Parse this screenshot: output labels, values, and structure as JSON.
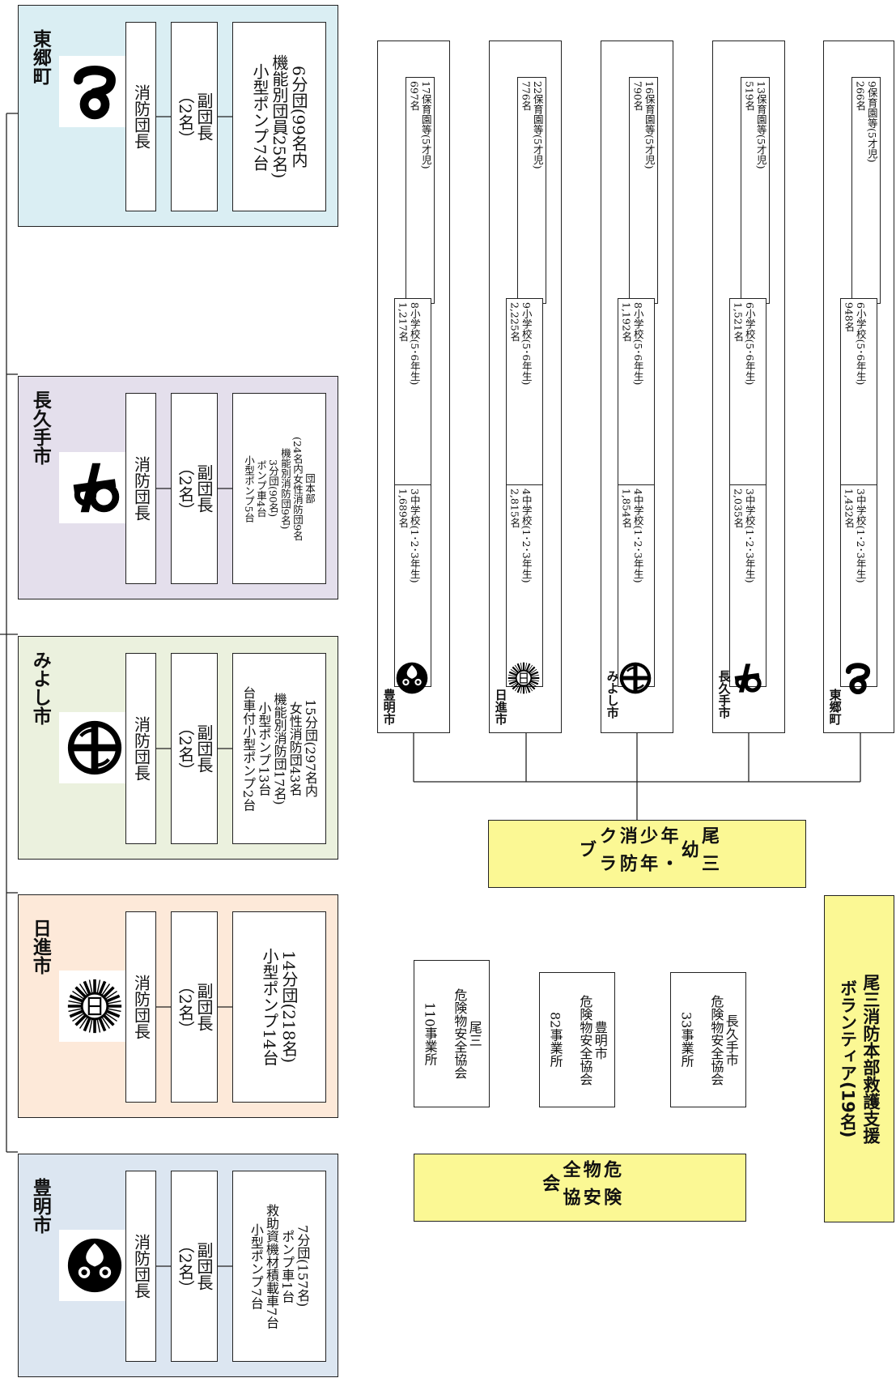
{
  "fire_brigades": [
    {
      "id": "toyoake",
      "name": "豊明市",
      "bg": "#dce6f1",
      "chief": "消防団長",
      "vice": "副団長",
      "vice_count": "（2名）",
      "details": [
        "7分団(157名)",
        "ポンプ車1台",
        "救助資機材積載車7台",
        "小型ポンプ7台"
      ],
      "logo": "toyoake-emblem"
    },
    {
      "id": "nisshin",
      "name": "日進市",
      "bg": "#fde9d9",
      "chief": "消防団長",
      "vice": "副団長",
      "vice_count": "（2名）",
      "details": [
        "14分団(218名)",
        "小型ポンプ14台"
      ],
      "logo": "nisshin-emblem"
    },
    {
      "id": "miyoshi",
      "name": "みよし市",
      "bg": "#ebf1de",
      "chief": "消防団長",
      "vice": "副団長",
      "vice_count": "（2名）",
      "details": [
        "15分団(297名内",
        "女性消防団43名",
        "機能別消防団17名)",
        "小型ポンプ13台",
        "台車付小型ポンプ2台"
      ],
      "logo": "miyoshi-emblem"
    },
    {
      "id": "nagakute",
      "name": "長久手市",
      "bg": "#e4dfec",
      "chief": "消防団長",
      "vice": "副団長",
      "vice_count": "（2名）",
      "details": [
        "団本部",
        "(24名内女性消防団9名",
        "機能別消防団9名)",
        "3分団(90名)",
        "ポンプ車4台",
        "小型ポンプ5台"
      ],
      "logo": "nagakute-emblem"
    },
    {
      "id": "togo",
      "name": "東郷町",
      "bg": "#daeef3",
      "chief": "消防団長",
      "vice": "副団長",
      "vice_count": "（2名）",
      "details": [
        "6分団(99名内",
        "機能別団員25名)",
        "小型ポンプ7台"
      ],
      "logo": "togo-emblem"
    }
  ],
  "youth_club": {
    "title": "尾三幼年・少年消防クラブ",
    "cities": [
      {
        "name": "豊明市",
        "logo": "toyoake-emblem",
        "junior_high": [
          "3中学校(1･2･3年生)",
          "1,689名"
        ],
        "elementary": [
          "8小学校(5･6年生)",
          "1,217名"
        ],
        "nursery": [
          "17保育園等(5才児)",
          "697名"
        ]
      },
      {
        "name": "日進市",
        "logo": "nisshin-emblem",
        "junior_high": [
          "4中学校(1･2･3年生)",
          "2,815名"
        ],
        "elementary": [
          "9小学校(5･6年生)",
          "2,225名"
        ],
        "nursery": [
          "22保育園等(5才児)",
          "776名"
        ]
      },
      {
        "name": "みよし市",
        "logo": "miyoshi-emblem",
        "junior_high": [
          "4中学校(1･2･3年生)",
          "1,854名"
        ],
        "elementary": [
          "8小学校(5･6年生)",
          "1,192名"
        ],
        "nursery": [
          "16保育園等(5才児)",
          "790名"
        ]
      },
      {
        "name": "長久手市",
        "logo": "nagakute-emblem",
        "junior_high": [
          "3中学校(1･2･3年生)",
          "2,035名"
        ],
        "elementary": [
          "6小学校(5･6年生)",
          "1,521名"
        ],
        "nursery": [
          "13保育園等(5才児)",
          "519名"
        ]
      },
      {
        "name": "東郷町",
        "logo": "togo-emblem",
        "junior_high": [
          "3中学校(1･2･3年生)",
          "1,432名"
        ],
        "elementary": [
          "6小学校(5･6年生)",
          "948名"
        ],
        "nursery": [
          "9保育園等(5才児)",
          "266名"
        ]
      }
    ]
  },
  "hazmat": {
    "title": "危険物安全協会",
    "associations": [
      {
        "name": [
          "尾三",
          "危険物安全協会"
        ],
        "count": "110事業所"
      },
      {
        "name": [
          "豊明市",
          "危険物安全協会"
        ],
        "count": "82事業所"
      },
      {
        "name": [
          "長久手市",
          "危険物安全協会"
        ],
        "count": "33事業所"
      }
    ]
  },
  "volunteer": {
    "title_line1": "尾三消防本部救護支援",
    "title_line2": "ボランティア(19名)"
  }
}
